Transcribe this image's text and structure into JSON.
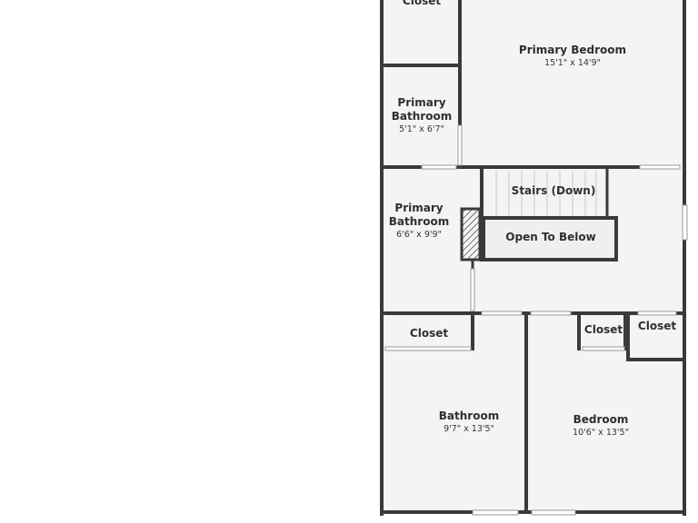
{
  "floor_plan": {
    "rooms": [
      {
        "id": "closet-top",
        "name": "Closet",
        "dims": ""
      },
      {
        "id": "primary-bedroom",
        "name": "Primary Bedroom",
        "dims": "15'1\" x 14'9\""
      },
      {
        "id": "primary-bathroom-1",
        "name": "Primary Bathroom",
        "dims": "5'1\" x 6'7\""
      },
      {
        "id": "primary-bathroom-2",
        "name": "Primary Bathroom",
        "dims": "6'6\" x 9'9\""
      },
      {
        "id": "stairs",
        "name": "Stairs (Down)",
        "dims": ""
      },
      {
        "id": "open-to-below",
        "name": "Open To Below",
        "dims": ""
      },
      {
        "id": "closet-left",
        "name": "Closet",
        "dims": ""
      },
      {
        "id": "closet-mid",
        "name": "Closet",
        "dims": ""
      },
      {
        "id": "closet-right",
        "name": "Closet",
        "dims": ""
      },
      {
        "id": "bathroom",
        "name": "Bathroom",
        "dims": "9'7\" x 13'5\""
      },
      {
        "id": "bedroom",
        "name": "Bedroom",
        "dims": "10'6\" x 13'5\""
      }
    ],
    "colors": {
      "wall": "#3a3a3a",
      "floor": "#f4f4f4",
      "background": "#ffffff"
    }
  }
}
